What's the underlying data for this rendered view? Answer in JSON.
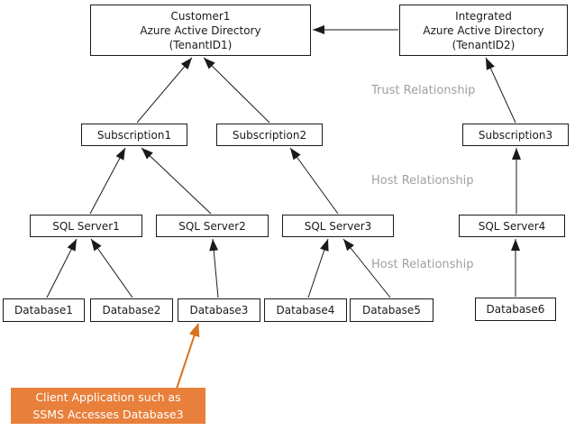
{
  "nodes": {
    "customer1_aad": "Customer1\nAzure Active Directory\n(TenantID1)",
    "integrated_aad": "Integrated\nAzure Active Directory\n(TenantID2)",
    "subscription1": "Subscription1",
    "subscription2": "Subscription2",
    "subscription3": "Subscription3",
    "sql_server1": "SQL Server1",
    "sql_server2": "SQL Server2",
    "sql_server3": "SQL Server3",
    "sql_server4": "SQL Server4",
    "database1": "Database1",
    "database2": "Database2",
    "database3": "Database3",
    "database4": "Database4",
    "database5": "Database5",
    "database6": "Database6"
  },
  "relationship_labels": {
    "trust": "Trust Relationship",
    "host_upper": "Host Relationship",
    "host_lower": "Host Relationship"
  },
  "callout": {
    "text": "Client Application such as\nSSMS Accesses Database3"
  },
  "colors": {
    "box_border": "#1a1a1a",
    "box_background": "#ffffff",
    "arrow_black": "#1a1a1a",
    "relationship_label_gray": "#A0A0A0",
    "callout_background_orange": "#E8803C",
    "callout_arrow_orange": "#D9731F",
    "callout_text_white": "#ffffff"
  },
  "edges": [
    {
      "from": "Subscription1",
      "to": "Customer1 Azure Active Directory (TenantID1)"
    },
    {
      "from": "Subscription2",
      "to": "Customer1 Azure Active Directory (TenantID1)"
    },
    {
      "from": "Integrated Azure Active Directory (TenantID2)",
      "to": "Customer1 Azure Active Directory (TenantID1)"
    },
    {
      "from": "Subscription3",
      "to": "Integrated Azure Active Directory (TenantID2)"
    },
    {
      "from": "SQL Server1",
      "to": "Subscription1"
    },
    {
      "from": "SQL Server2",
      "to": "Subscription1"
    },
    {
      "from": "SQL Server3",
      "to": "Subscription2"
    },
    {
      "from": "SQL Server4",
      "to": "Subscription3"
    },
    {
      "from": "Database1",
      "to": "SQL Server1"
    },
    {
      "from": "Database2",
      "to": "SQL Server1"
    },
    {
      "from": "Database3",
      "to": "SQL Server2"
    },
    {
      "from": "Database4",
      "to": "SQL Server3"
    },
    {
      "from": "Database5",
      "to": "SQL Server3"
    },
    {
      "from": "Database6",
      "to": "SQL Server4"
    },
    {
      "from": "Client Application callout",
      "to": "Database3"
    }
  ]
}
